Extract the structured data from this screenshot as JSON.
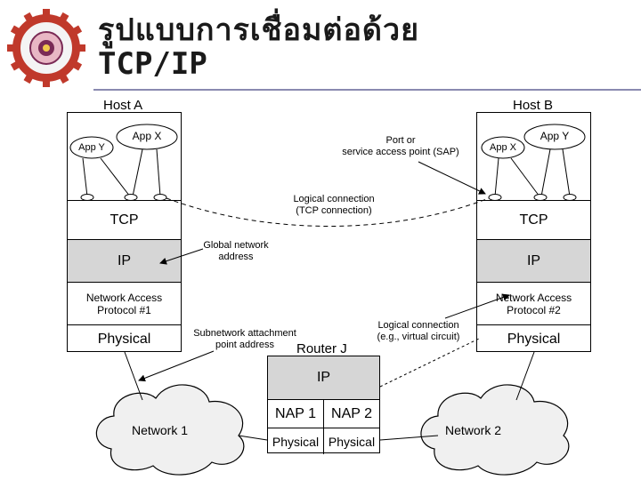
{
  "slide": {
    "title_line1": "รูปแบบการเชื่อมต่อด้วย",
    "title_line2": "TCP/IP"
  },
  "logo": {
    "icon": "university-seal-icon"
  },
  "diagram": {
    "host_a": {
      "title": "Host A",
      "app_x": "App X",
      "app_y": "App Y",
      "layers": [
        "TCP",
        "IP",
        "Network Access\nProtocol #1",
        "Physical"
      ]
    },
    "host_b": {
      "title": "Host B",
      "app_x": "App X",
      "app_y": "App Y",
      "layers": [
        "TCP",
        "IP",
        "Network Access\nProtocol #2",
        "Physical"
      ]
    },
    "router": {
      "title": "Router J",
      "ip": "IP",
      "nap1": "NAP 1",
      "nap2": "NAP 2",
      "phys1": "Physical",
      "phys2": "Physical"
    },
    "networks": {
      "network1": "Network 1",
      "network2": "Network 2"
    },
    "labels": {
      "sap": "Port or\nservice access point (SAP)",
      "tcp_conn": "Logical connection\n(TCP connection)",
      "global_addr": "Global network\naddress",
      "subnet_addr": "Subnetwork attachment\npoint address",
      "virtual_circuit": "Logical connection\n(e.g., virtual circuit)"
    }
  }
}
